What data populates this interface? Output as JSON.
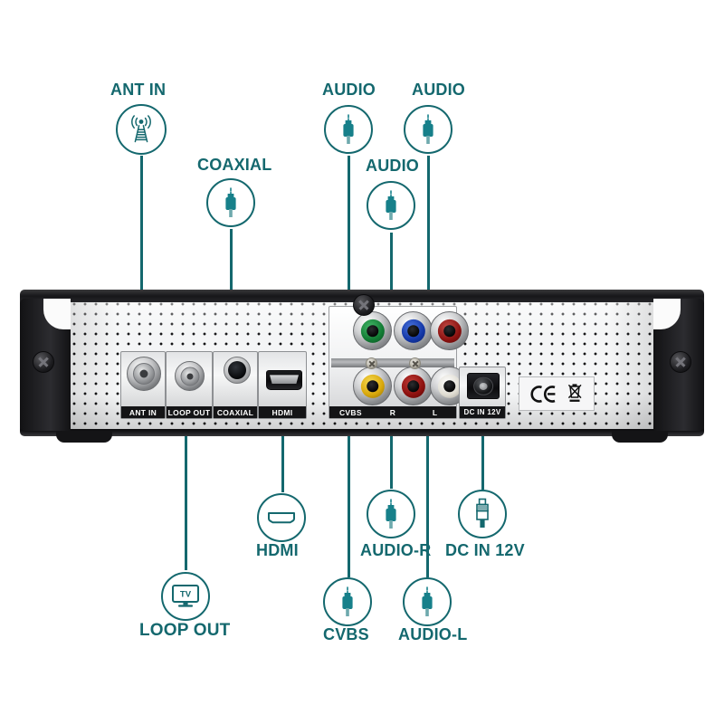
{
  "diagram": {
    "title": "Set-top box rear panel connection diagram",
    "accent_color": "#14686e",
    "background_color": "#ffffff"
  },
  "callouts": [
    {
      "id": "ant-in",
      "label": "ANT IN",
      "icon": "antenna-tower-icon",
      "position": "top"
    },
    {
      "id": "coaxial",
      "label": "COAXIAL",
      "icon": "audio-plug-icon",
      "position": "top"
    },
    {
      "id": "audio-1",
      "label": "AUDIO",
      "icon": "audio-plug-icon",
      "position": "top"
    },
    {
      "id": "audio-2",
      "label": "AUDIO",
      "icon": "audio-plug-icon",
      "position": "top"
    },
    {
      "id": "audio-3",
      "label": "AUDIO",
      "icon": "audio-plug-icon",
      "position": "top"
    },
    {
      "id": "hdmi",
      "label": "HDMI",
      "icon": "hdmi-port-icon",
      "position": "bottom"
    },
    {
      "id": "loop-out",
      "label": "LOOP OUT",
      "icon": "tv-monitor-icon",
      "position": "bottom"
    },
    {
      "id": "cvbs",
      "label": "CVBS",
      "icon": "audio-plug-icon",
      "position": "bottom"
    },
    {
      "id": "audio-r",
      "label": "AUDIO-R",
      "icon": "audio-plug-icon",
      "position": "bottom"
    },
    {
      "id": "audio-l",
      "label": "AUDIO-L",
      "icon": "audio-plug-icon",
      "position": "bottom"
    },
    {
      "id": "dc-in-12v",
      "label": "DC IN 12V",
      "icon": "dc-power-plug-icon",
      "position": "bottom"
    }
  ],
  "device": {
    "ports": [
      {
        "id": "ant-in",
        "label": "ANT IN",
        "type": "coax-f-female",
        "color": "#9a9c9f"
      },
      {
        "id": "loop-out",
        "label": "LOOP OUT",
        "type": "coax-f-female",
        "color": "#9a9c9f"
      },
      {
        "id": "coaxial",
        "label": "COAXIAL",
        "type": "spdif-coaxial",
        "color": "#0a0a0c"
      },
      {
        "id": "hdmi",
        "label": "HDMI",
        "type": "hdmi-a",
        "color": "#0a0a0c"
      },
      {
        "id": "cvbs",
        "label": "CVBS",
        "type": "rca",
        "color": "#e2b400"
      },
      {
        "id": "audio-r",
        "label": "R",
        "type": "rca",
        "color": "#b01a1a"
      },
      {
        "id": "audio-l",
        "label": "L",
        "type": "rca",
        "color": "#f2f0ea"
      },
      {
        "id": "comp-y",
        "label": "",
        "type": "rca",
        "color": "#1c8a3c"
      },
      {
        "id": "comp-pb",
        "label": "",
        "type": "rca",
        "color": "#1a48b5"
      },
      {
        "id": "comp-pr",
        "label": "",
        "type": "rca",
        "color": "#9c1414"
      },
      {
        "id": "dc-in-12v",
        "label": "DC IN 12V",
        "type": "dc-barrel",
        "color": "#0a0a0c"
      }
    ],
    "compliance_marks": [
      {
        "id": "ce-mark",
        "name": "ce-mark"
      },
      {
        "id": "weee-mark",
        "name": "weee-crossed-bin-mark"
      }
    ]
  }
}
